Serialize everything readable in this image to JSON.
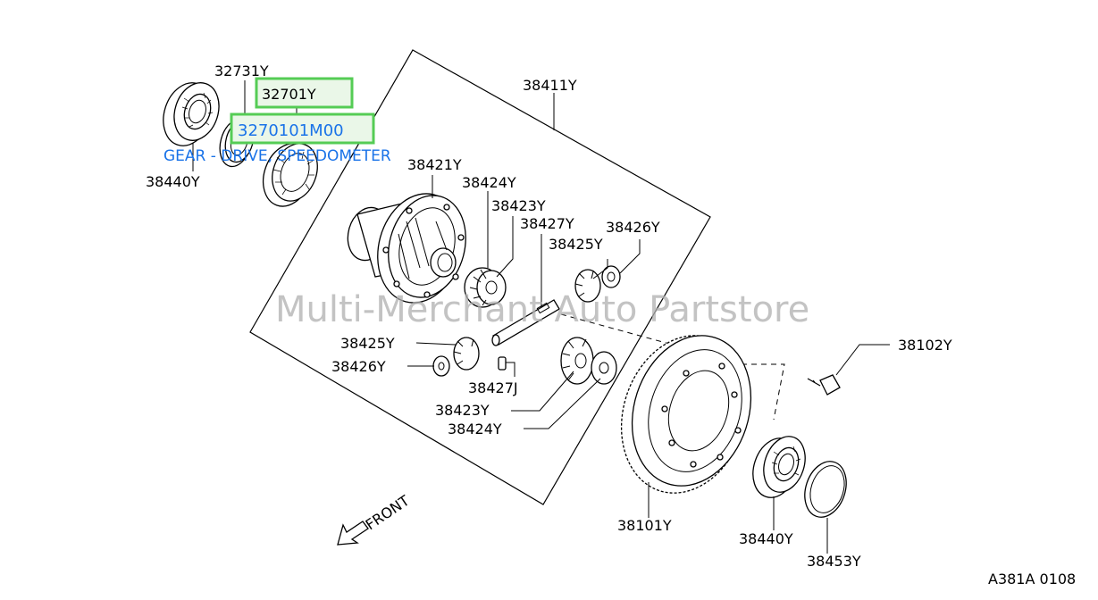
{
  "highlight_color": "#55cc55",
  "text_color": "#1a73e8",
  "labels": {
    "p32731": "32731Y",
    "p32701": "32701Y",
    "p3270101": "3270101M00",
    "p38440_left": "38440Y",
    "p38411": "38411Y",
    "p38421": "38421Y",
    "p38424_top": "38424Y",
    "p38423_top": "38423Y",
    "p38427_top": "38427Y",
    "p38426_top": "38426Y",
    "p38425_top": "38425Y",
    "p38425_bot": "38425Y",
    "p38426_bot": "38426Y",
    "p38427j": "38427J",
    "p38423_bot": "38423Y",
    "p38424_bot": "38424Y",
    "p38102": "38102Y",
    "p38101": "38101Y",
    "p38440_right": "38440Y",
    "p38453": "38453Y"
  },
  "description": "GEAR - DRIVE, SPEEDOMETER",
  "watermark": "Multi-Merchant Auto Partstore",
  "front_label": "FRONT",
  "diagram_code": "A381A 0108"
}
